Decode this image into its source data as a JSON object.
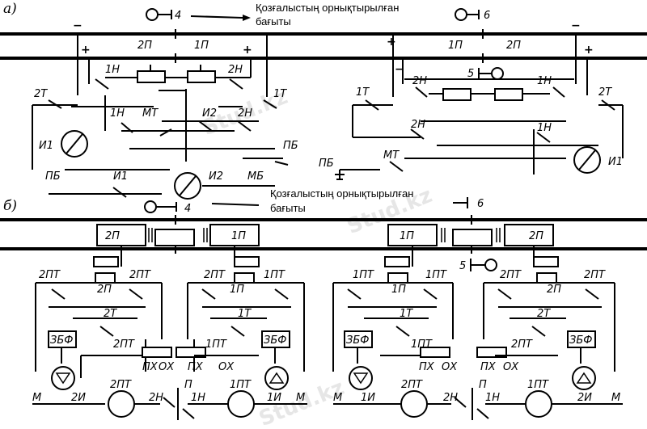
{
  "diagram": {
    "part_a": {
      "marker": "а)",
      "direction_caption_line1": "Қозғалыстың орнықтырылған",
      "direction_caption_line2": "бағыты",
      "signal_left": "4",
      "signal_right": "6",
      "signal_mid": "5",
      "polarity_minus": "−",
      "polarity_plus": "+",
      "relays_left": [
        "2П",
        "1П",
        "1Н",
        "2Н",
        "2Т",
        "1Т",
        "1Н",
        "МТ",
        "И2",
        "2Н",
        "И1",
        "ПБ",
        "И1",
        "ПБ",
        "И2",
        "МБ"
      ],
      "relays_right": [
        "1П",
        "2П",
        "2Н",
        "1Н",
        "1Т",
        "2Т",
        "2Н",
        "1Н",
        "МТ",
        "ПБ",
        "И1"
      ]
    },
    "part_b": {
      "marker": "б)",
      "direction_caption_line1": "Қозғалыстың орнықтырылған",
      "direction_caption_line2": "бағыты",
      "signal_left": "4",
      "signal_right": "6",
      "signal_mid": "5",
      "labels_left": [
        "2П",
        "1П",
        "2ПТ",
        "2ПТ",
        "2П",
        "2ПТ",
        "1ПТ",
        "1П",
        "2Т",
        "1Т",
        "ЗБФ",
        "ЗБФ",
        "2ПТ",
        "1ПТ",
        "ПХ",
        "ОХ",
        "ПХ",
        "ОХ",
        "2ПТ",
        "1ПТ",
        "М",
        "2И",
        "2Н",
        "П",
        "1Н",
        "1И",
        "М"
      ],
      "labels_right": [
        "1П",
        "2П",
        "1ПТ",
        "1ПТ",
        "1П",
        "2ПТ",
        "2ПТ",
        "2П",
        "1Т",
        "2Т",
        "ЗБФ",
        "ЗБФ",
        "1ПТ",
        "2ПТ",
        "ПХ",
        "ОХ",
        "ПХ",
        "ОХ",
        "2ПТ",
        "1ПТ",
        "М",
        "1И",
        "2Н",
        "П",
        "1Н",
        "2И",
        "М"
      ]
    },
    "watermark": "Stud.kz"
  }
}
